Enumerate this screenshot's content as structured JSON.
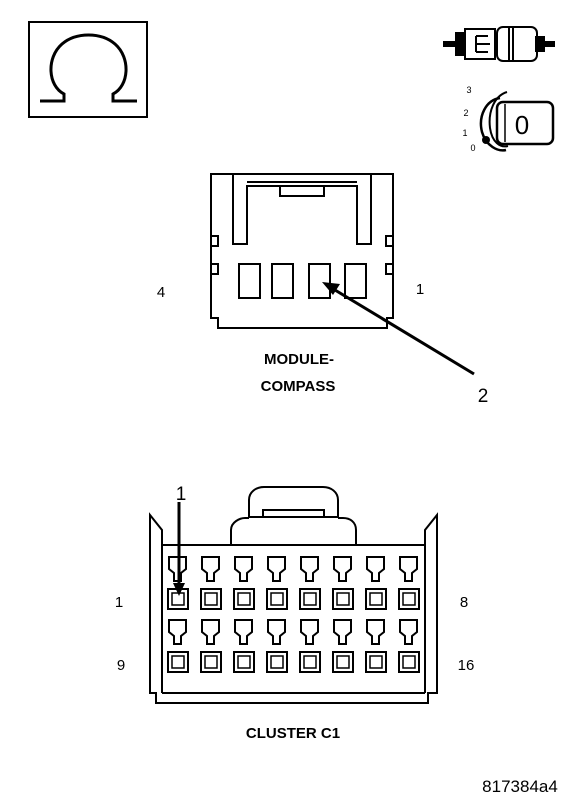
{
  "ohm_symbol": {
    "glyph": "Ω",
    "icon": "ohm-icon"
  },
  "ignition": {
    "icon": "ignition-key-icon",
    "connector_icon": "connector-unplugged-icon",
    "positions": [
      "3",
      "2",
      "1",
      "0"
    ],
    "key_label": "0"
  },
  "module_compass": {
    "title_line1": "MODULE-",
    "title_line2": "COMPASS",
    "pin_left": "4",
    "pin_right": "1",
    "callout": "2"
  },
  "cluster_c1": {
    "title": "CLUSTER C1",
    "pin_top_left": "1",
    "pin_top_right": "8",
    "pin_bottom_left": "9",
    "pin_bottom_right": "16",
    "callout": "1"
  },
  "figure_id": "817384a4"
}
